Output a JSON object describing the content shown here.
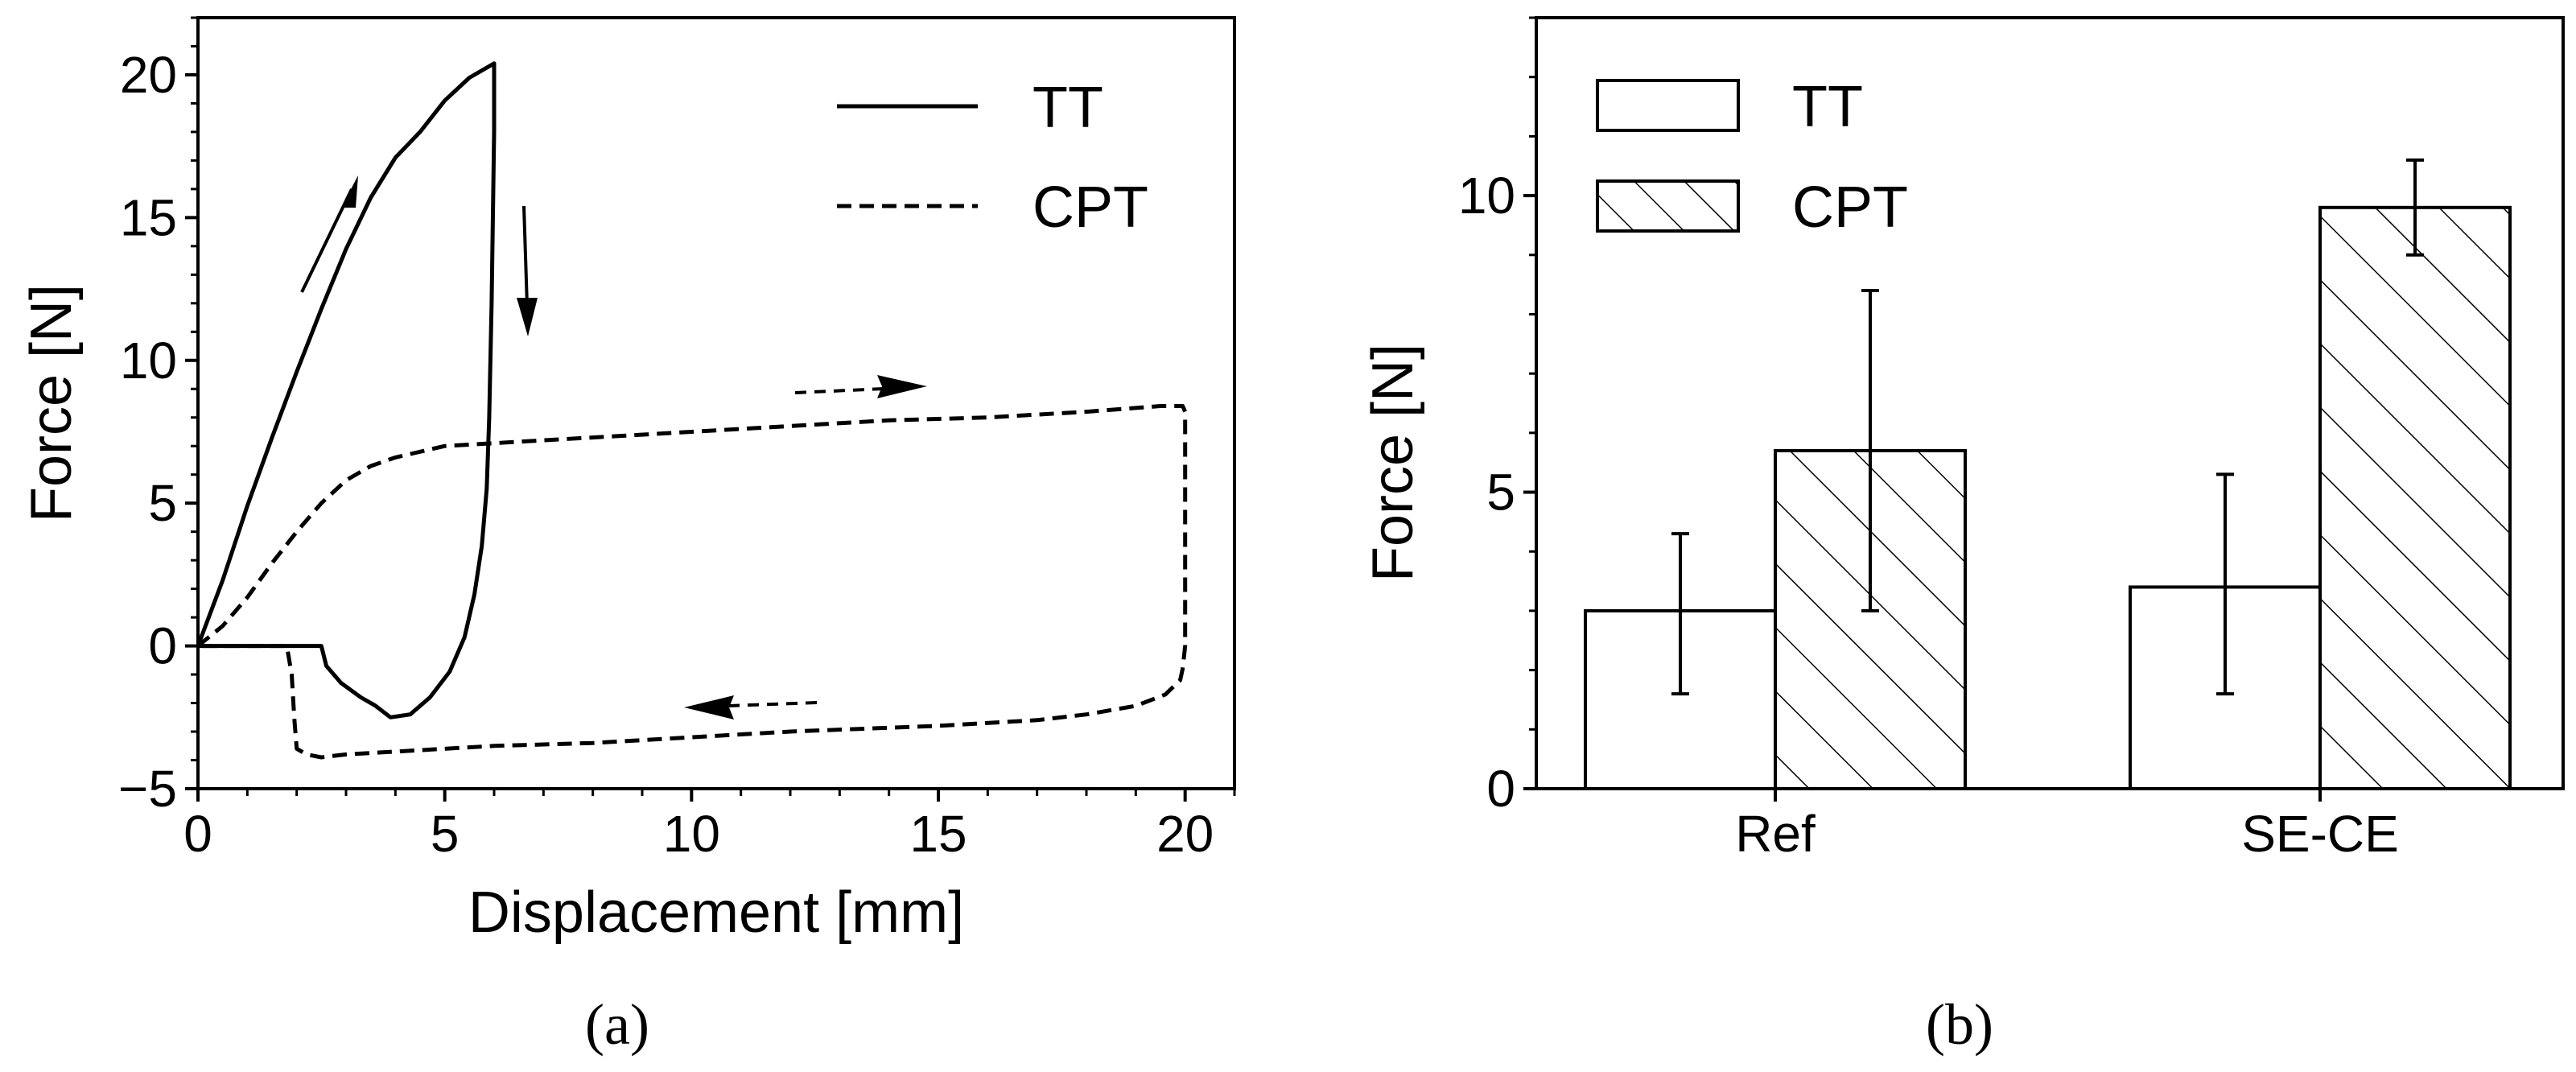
{
  "chart_data": [
    {
      "panel": "(a)",
      "type": "line",
      "xlabel": "Displacement [mm]",
      "ylabel": "Force [N]",
      "xlim": [
        0,
        21
      ],
      "ylim": [
        -5,
        22
      ],
      "xticks": [
        0,
        5,
        10,
        15,
        20
      ],
      "yticks": [
        -5,
        0,
        5,
        10,
        15,
        20
      ],
      "grid": false,
      "legend_position": "top-right",
      "series": [
        {
          "name": "TT",
          "style": "solid",
          "x": [
            0,
            0.5,
            1.0,
            1.5,
            2.0,
            2.5,
            3.0,
            3.5,
            4.0,
            4.5,
            5.0,
            5.5,
            6.0,
            6.0,
            5.95,
            5.9,
            5.85,
            5.75,
            5.6,
            5.4,
            5.1,
            4.7,
            4.3,
            3.9,
            3.6,
            3.3,
            2.9,
            2.6,
            2.5,
            2.0,
            1.0,
            0
          ],
          "y": [
            0,
            2.3,
            4.9,
            7.3,
            9.6,
            11.8,
            13.9,
            15.7,
            17.1,
            18.0,
            19.1,
            19.9,
            20.4,
            18.0,
            12.0,
            8.0,
            5.5,
            3.5,
            1.8,
            0.3,
            -0.9,
            -1.8,
            -2.4,
            -2.5,
            -2.1,
            -1.8,
            -1.3,
            -0.7,
            0,
            0,
            0,
            0
          ]
        },
        {
          "name": "CPT",
          "style": "dashed",
          "x": [
            0,
            0.5,
            1,
            1.5,
            2,
            2.5,
            3,
            3.5,
            4,
            5,
            6,
            7,
            8,
            10,
            12,
            14,
            16,
            18,
            19.5,
            19.95,
            20,
            20,
            19.95,
            19.9,
            19.6,
            19,
            18,
            17,
            15,
            12,
            10,
            8,
            6,
            4,
            3,
            2.5,
            2.2,
            2.0,
            1.95,
            1.9,
            1.8,
            1.5,
            1.0,
            0.5,
            0
          ],
          "y": [
            0,
            0.7,
            1.7,
            2.9,
            4.0,
            5.0,
            5.8,
            6.3,
            6.6,
            7.0,
            7.1,
            7.2,
            7.3,
            7.5,
            7.7,
            7.9,
            8.0,
            8.2,
            8.4,
            8.4,
            8.2,
            0,
            -0.8,
            -1.2,
            -1.7,
            -2.1,
            -2.4,
            -2.6,
            -2.8,
            -3.0,
            -3.2,
            -3.4,
            -3.5,
            -3.7,
            -3.8,
            -3.9,
            -3.8,
            -3.6,
            -2.5,
            -1.0,
            0,
            0,
            0,
            0,
            0
          ]
        }
      ]
    },
    {
      "panel": "(b)",
      "type": "bar",
      "xlabel": "",
      "ylabel": "Force [N]",
      "categories": [
        "Ref",
        "SE-CE"
      ],
      "ylim": [
        0,
        13
      ],
      "yticks": [
        0,
        5,
        10
      ],
      "grid": false,
      "legend_position": "top-left",
      "series": [
        {
          "name": "TT",
          "pattern": "none",
          "values": [
            3.0,
            3.4
          ],
          "error_low": [
            1.6,
            1.6
          ],
          "error_high": [
            4.3,
            5.3
          ]
        },
        {
          "name": "CPT",
          "pattern": "hatched",
          "values": [
            5.7,
            9.8
          ],
          "error_low": [
            3.0,
            9.0
          ],
          "error_high": [
            8.4,
            10.6
          ]
        }
      ]
    }
  ],
  "captions": [
    "(a)",
    "(b)"
  ]
}
